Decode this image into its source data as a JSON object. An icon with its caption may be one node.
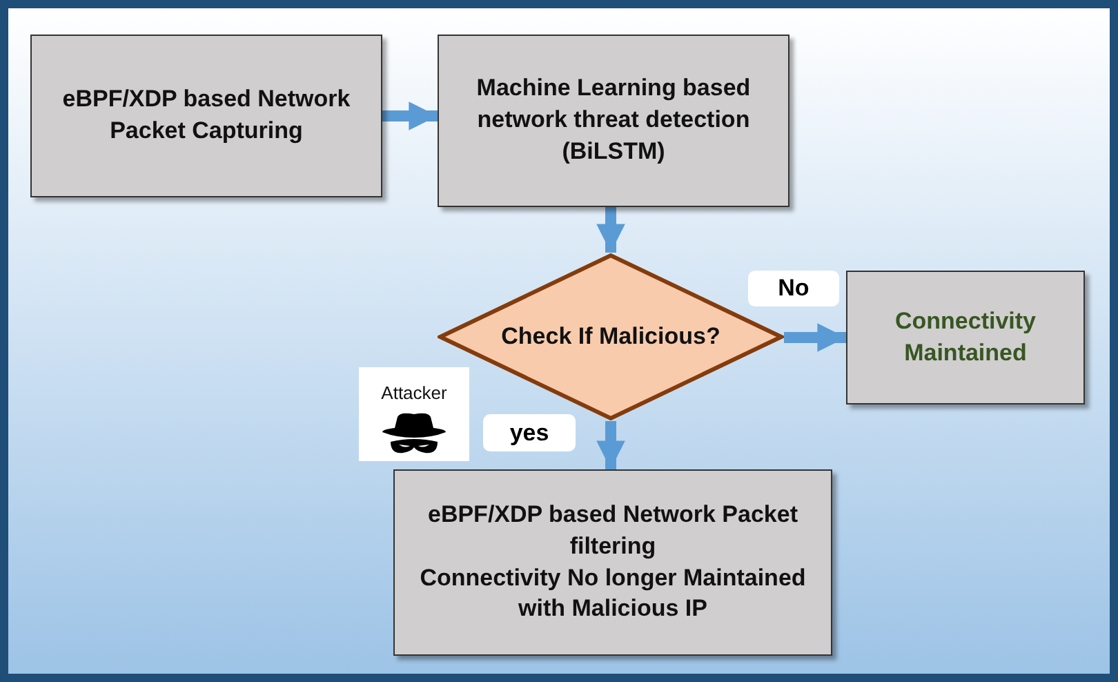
{
  "diagram": {
    "nodes": [
      {
        "text": [
          "eBPF/XDP based Network Packet Capturing"
        ]
      },
      {
        "text": [
          "Machine Learning based network threat detection (BiLSTM)"
        ]
      },
      {
        "text": [
          "Check If Malicious?"
        ]
      },
      {
        "text": [
          "Connectivity Maintained"
        ]
      },
      {
        "text": [
          "Attacker"
        ]
      },
      {
        "text": [
          "eBPF/XDP based Network Packet filtering",
          "Connectivity No longer Maintained with Malicious IP"
        ]
      }
    ],
    "edges": [
      {
        "from": 0,
        "to": 1,
        "arrow": "to"
      },
      {
        "from": 1,
        "to": 2,
        "arrow": "to"
      },
      {
        "from": 2,
        "to": 3,
        "arrow": "to",
        "label": "No"
      },
      {
        "from": 2,
        "to": 5,
        "arrow": "to",
        "label": "yes"
      }
    ]
  }
}
